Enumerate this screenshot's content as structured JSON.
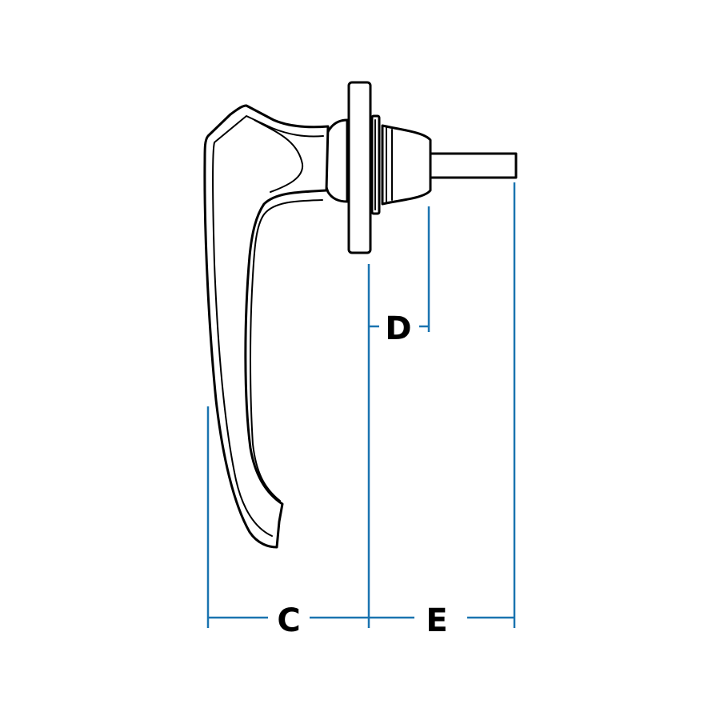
{
  "dimensions": {
    "c": {
      "label": "C"
    },
    "d": {
      "label": "D"
    },
    "e": {
      "label": "E"
    }
  },
  "colors": {
    "dimension_line": "#1a74b0",
    "outline": "#000000",
    "label": "#000000",
    "background": "#ffffff"
  }
}
